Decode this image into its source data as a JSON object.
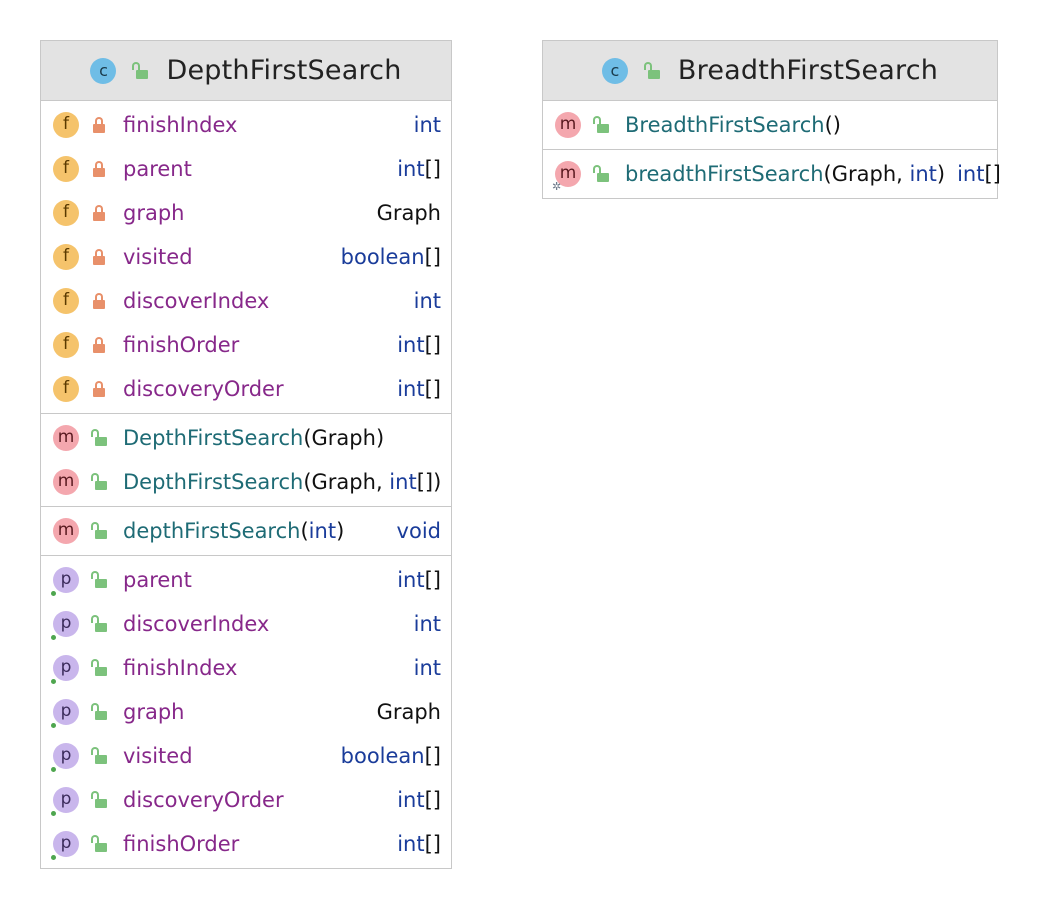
{
  "classes": {
    "dfs": {
      "icon": "c",
      "name": "DepthFirstSearch",
      "fields": [
        {
          "name": "finishIndex",
          "type": "int"
        },
        {
          "name": "parent",
          "type_kw": "int",
          "type_suffix": "[]"
        },
        {
          "name": "graph",
          "type_plain": "Graph"
        },
        {
          "name": "visited",
          "type_kw": "boolean",
          "type_suffix": "[]"
        },
        {
          "name": "discoverIndex",
          "type": "int"
        },
        {
          "name": "finishOrder",
          "type_kw": "int",
          "type_suffix": "[]"
        },
        {
          "name": "discoveryOrder",
          "type_kw": "int",
          "type_suffix": "[]"
        }
      ],
      "constructors": [
        {
          "name": "DepthFirstSearch",
          "open": "(",
          "p1": "Graph",
          "close": ")"
        },
        {
          "name": "DepthFirstSearch",
          "open": "(",
          "p1": "Graph",
          "sep": ", ",
          "p2_kw": "int",
          "p2_suffix": "[])"
        }
      ],
      "methods": [
        {
          "name": "depthFirstSearch",
          "open": "(",
          "p_kw": "int",
          "close": ")",
          "return": "void"
        }
      ],
      "properties": [
        {
          "name": "parent",
          "type_kw": "int",
          "type_suffix": "[]"
        },
        {
          "name": "discoverIndex",
          "type": "int"
        },
        {
          "name": "finishIndex",
          "type": "int"
        },
        {
          "name": "graph",
          "type_plain": "Graph"
        },
        {
          "name": "visited",
          "type_kw": "boolean",
          "type_suffix": "[]"
        },
        {
          "name": "discoveryOrder",
          "type_kw": "int",
          "type_suffix": "[]"
        },
        {
          "name": "finishOrder",
          "type_kw": "int",
          "type_suffix": "[]"
        }
      ]
    },
    "bfs": {
      "icon": "c",
      "name": "BreadthFirstSearch",
      "constructors": [
        {
          "name": "BreadthFirstSearch",
          "parens": "()"
        }
      ],
      "methods": [
        {
          "name": "breadthFirstSearch",
          "open": "(",
          "p1": "Graph, ",
          "p2_kw": "int",
          "close": ")",
          "return_kw": "int",
          "return_suffix": "[]"
        }
      ]
    },
    "badges": {
      "field": "f",
      "method": "m",
      "property": "p"
    }
  },
  "colors": {
    "header_bg": "#e3e3e3",
    "field_badge": "#f5c36b",
    "method_badge": "#f4a7ae",
    "property_badge": "#c9b6ec",
    "class_icon": "#6fbde6",
    "private_lock": "#e8906a",
    "public_lock": "#7cc27c"
  }
}
